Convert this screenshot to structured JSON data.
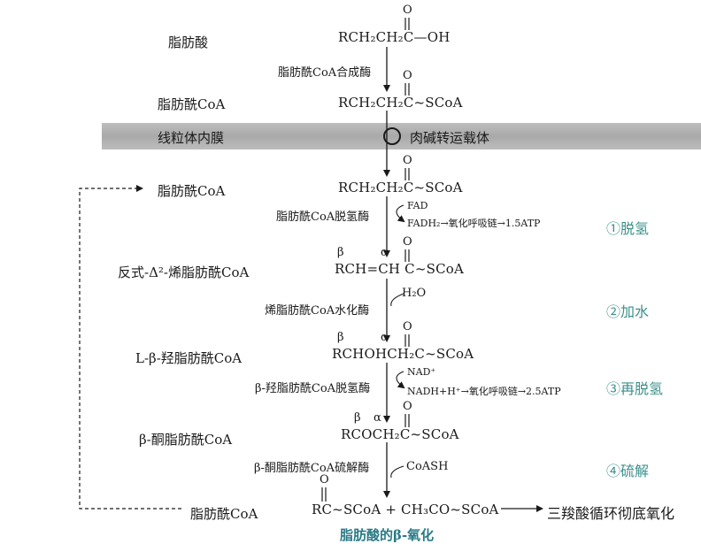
{
  "membrane": {
    "label": "线粒体内膜",
    "transporter": "肉碱转运载体"
  },
  "stages": {
    "fatty_acid": "脂肪酸",
    "acyl_coa_1": "脂肪酰CoA",
    "acyl_coa_2": "脂肪酰CoA",
    "enoyl": "反式-Δ²-烯脂肪酰CoA",
    "hydroxy": "L-β-羟脂肪酰CoA",
    "keto": "β-酮脂肪酰CoA",
    "acyl_coa_end": "脂肪酰CoA"
  },
  "formulas": {
    "f1": "RCH₂CH₂C—OH",
    "f2": "RCH₂CH₂C~SCoA",
    "f3": "RCH₂CH₂C~SCoA",
    "f4": "RCH=CH C~SCoA",
    "f5": "RCHOHCH₂C~SCoA",
    "f6": "RCOCH₂C~SCoA",
    "f7": "RC~SCoA + CH₃CO~SCoA",
    "carbonyl_o": "O"
  },
  "greek": {
    "beta": "β",
    "alpha": "α"
  },
  "enzymes": {
    "e1": "脂肪酰CoA合成酶",
    "e2": "脂肪酰CoA脱氢酶",
    "e3": "烯脂肪酰CoA水化酶",
    "e4": "β-羟脂肪酰CoA脱氢酶",
    "e5": "β-酮脂肪酰CoA硫解酶"
  },
  "cofactors": {
    "fad": "FAD",
    "fadh2": "FADH₂→氧化呼吸链→1.5ATP",
    "h2o": "H₂O",
    "nad": "NAD⁺",
    "nadh": "NADH+H⁺→氧化呼吸链→2.5ATP",
    "coash": "CoASH"
  },
  "steps": {
    "s1": "①脱氢",
    "s2": "②加水",
    "s3": "③再脱氢",
    "s4": "④硫解"
  },
  "tca": "三羧酸循环彻底氧化",
  "caption": "脂肪酸的β-氧化",
  "colors": {
    "step": "#3a8f8a",
    "caption": "#2a7a86",
    "membrane": "#b0b0b0"
  }
}
